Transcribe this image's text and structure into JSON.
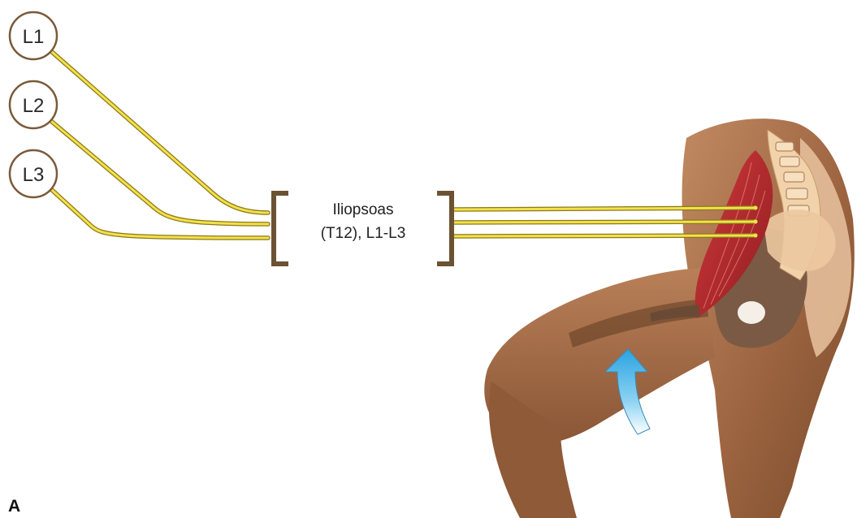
{
  "roots": [
    {
      "label": "L1"
    },
    {
      "label": "L2"
    },
    {
      "label": "L3"
    }
  ],
  "muscle": {
    "line1": "Iliopsoas",
    "line2": "(T12), L1-L3"
  },
  "panel_label": "A",
  "colors": {
    "nerve": "#f4e04a",
    "bracket": "#6b5232",
    "muscle": "#b8282c",
    "skin": "#a8704a",
    "bone": "#f1d2aa",
    "arrow": "#3aaee0"
  },
  "arrow": {
    "direction": "up"
  }
}
